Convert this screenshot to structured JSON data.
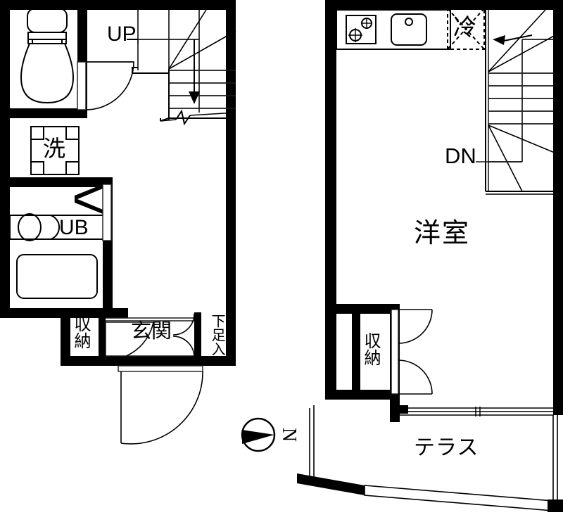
{
  "document": {
    "kind": "floor-plan",
    "description": "Japanese apartment floor plan (madori), two floors side by side",
    "line_color": "#000000",
    "wall_color": "#000000",
    "background": "#ffffff",
    "thin_line_color": "#1a1a1a"
  },
  "left_plan": {
    "name": "lower-floor-plan",
    "labels": {
      "stairs_up": "UP",
      "toilet_room": "",
      "washer": "洗",
      "unit_bath": "UB",
      "closet": "収納",
      "entrance": "玄関",
      "shoe_cabinet": "下足入"
    }
  },
  "right_plan": {
    "name": "upper-floor-plan",
    "labels": {
      "refrigerator": "冷",
      "stairs_down": "DN",
      "western_room": "洋室",
      "closet": "収納",
      "terrace": "テラス"
    }
  },
  "compass": {
    "name": "north-arrow",
    "label": "N",
    "direction": "left"
  }
}
